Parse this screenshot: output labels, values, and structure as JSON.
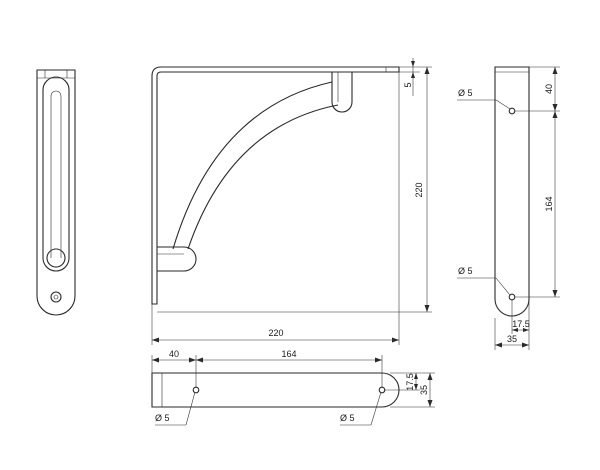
{
  "dimensions": {
    "front_width": "220",
    "front_height": "220",
    "front_top": "5",
    "side_top": "40",
    "side_middle": "164",
    "side_half_width": "17.5",
    "side_width": "35",
    "top_left": "40",
    "top_middle": "164",
    "top_half_height": "17.5",
    "top_height": "35"
  },
  "holes": {
    "side_upper": "Ø 5",
    "side_lower": "Ø 5",
    "top_left": "Ø 5",
    "top_right": "Ø 5"
  }
}
